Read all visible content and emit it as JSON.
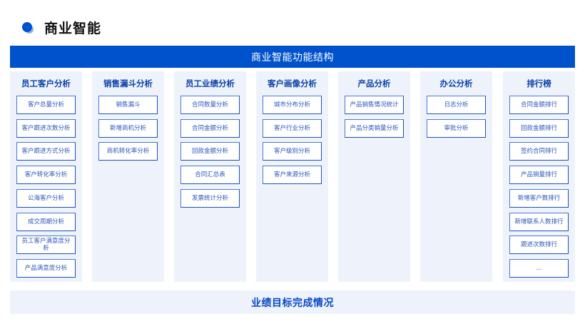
{
  "header": {
    "bullet_icon": "filled-circle",
    "title": "商业智能"
  },
  "banner": {
    "title": "商业智能功能结构"
  },
  "columns": [
    {
      "title": "员工客户分析",
      "items": [
        "客户总量分析",
        "客户跟进次数分析",
        "客户跟进方式分析",
        "客户转化率分析",
        "公海客户分析",
        "成交周期分析",
        "员工客户满意度分析",
        "产品满意度分析"
      ]
    },
    {
      "title": "销售漏斗分析",
      "items": [
        "销售漏斗",
        "新增商机分析",
        "商机转化率分析"
      ]
    },
    {
      "title": "员工业绩分析",
      "items": [
        "合同数量分析",
        "合同金额分析",
        "回款金额分析",
        "合同汇总表",
        "发票统计分析"
      ]
    },
    {
      "title": "客户画像分析",
      "items": [
        "城市分布分析",
        "客户行业分析",
        "客户级别分析",
        "客户来源分析"
      ]
    },
    {
      "title": "产品分析",
      "items": [
        "产品销售情况统计",
        "产品分类销量分析"
      ]
    },
    {
      "title": "办公分析",
      "items": [
        "日志分析",
        "审批分析"
      ]
    },
    {
      "title": "排行榜",
      "items": [
        "合同金额排行",
        "回款金额排行",
        "签约合同排行",
        "产品销量排行",
        "新增客户数排行",
        "新增联系人数排行",
        "跟进次数排行",
        "..."
      ]
    }
  ],
  "footer": {
    "title": "业绩目标完成情况"
  },
  "colors": {
    "primary": "#0052cc",
    "column_bg": "#eef3fb",
    "column_title": "#0a3fa8",
    "button_border": "#1e4fb8",
    "button_text": "#2a56b8"
  }
}
